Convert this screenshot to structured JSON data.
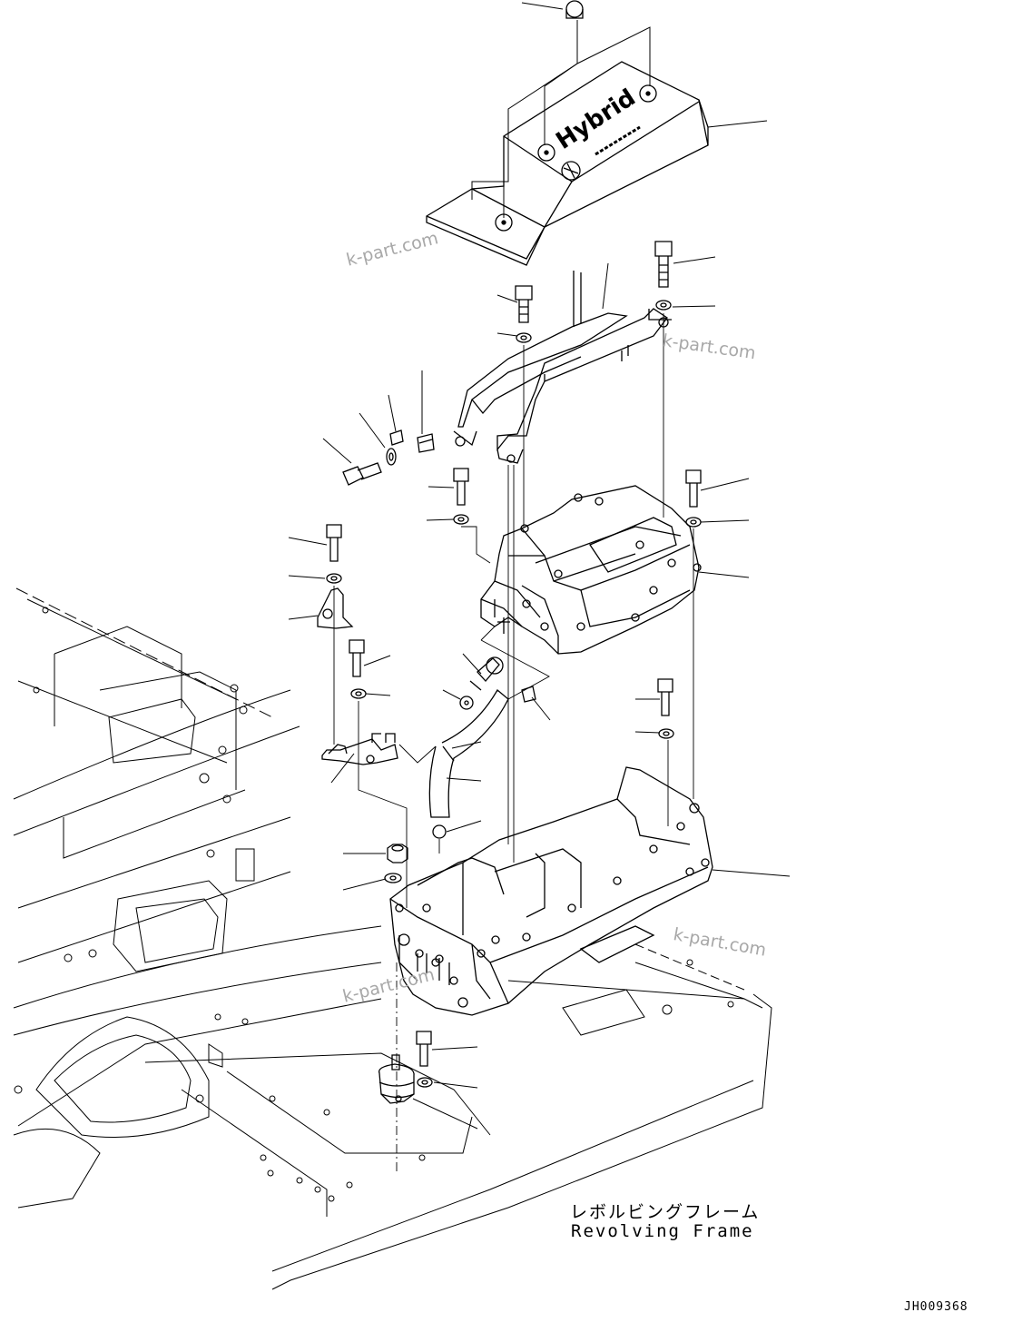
{
  "labels": {
    "frame_jp": "レボルビングフレーム",
    "frame_en": "Revolving Frame",
    "drawing_code": "JH009368",
    "cover_brand": "Hybrid"
  },
  "watermark": {
    "text": "k-part.com"
  }
}
